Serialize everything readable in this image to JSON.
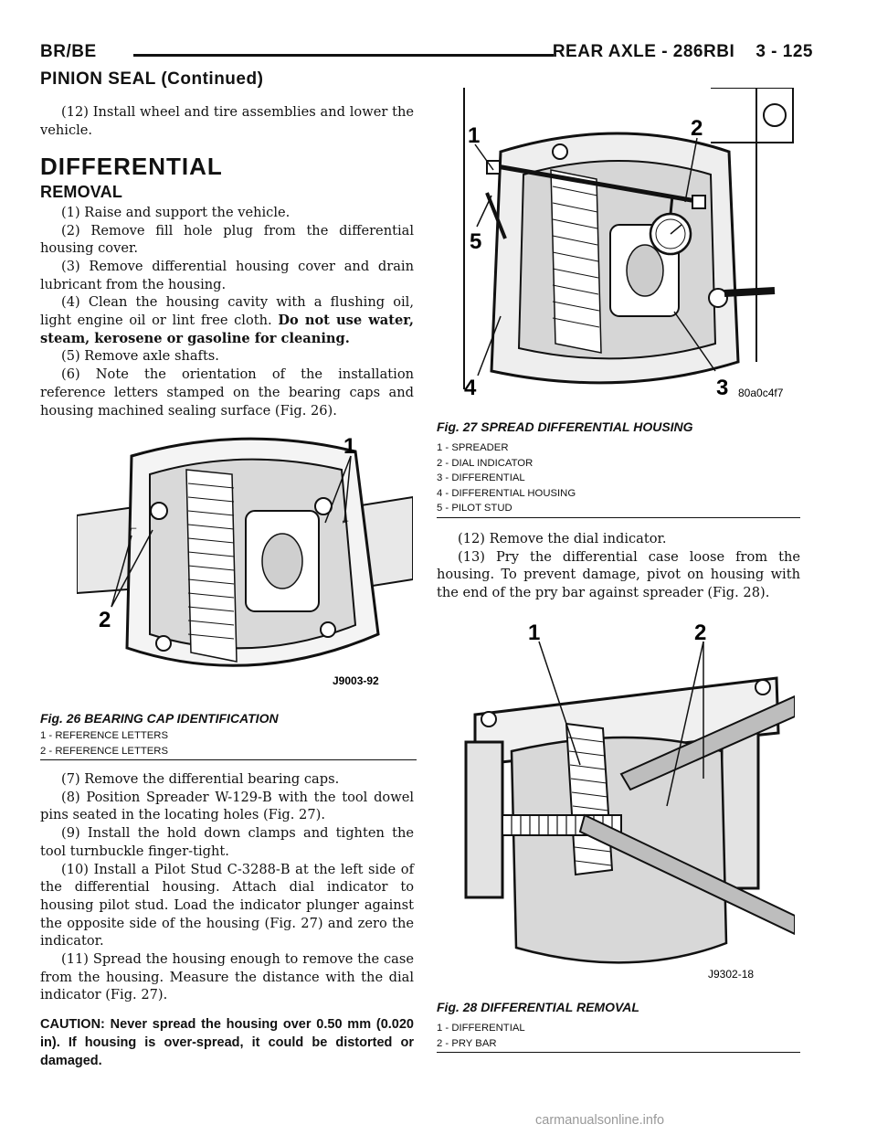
{
  "header": {
    "left": "BR/BE",
    "right": "REAR AXLE - 286RBI    3 - 125",
    "continued": "PINION SEAL (Continued)"
  },
  "left_column": {
    "intro": "(12) Install wheel and tire assemblies and lower the vehicle.",
    "section_title": "DIFFERENTIAL",
    "subsection_title": "REMOVAL",
    "steps_a": [
      "(1) Raise and support the vehicle.",
      "(2) Remove fill hole plug from the differential housing cover.",
      "(3) Remove differential housing cover and drain lubricant from the housing."
    ],
    "step4_text": "(4) Clean the housing cavity with a flushing oil, light engine oil or lint free cloth. ",
    "step4_bold": "Do not use water, steam, kerosene or gasoline for cleaning.",
    "steps_b": [
      "(5) Remove axle shafts.",
      "(6) Note the orientation of the installation reference letters stamped on the bearing caps and housing machined sealing surface (Fig. 26)."
    ],
    "steps_c": [
      "(7) Remove the differential bearing caps.",
      "(8) Position Spreader W-129-B with the tool dowel pins seated in the locating holes (Fig. 27).",
      "(9) Install the hold down clamps and tighten the tool turnbuckle finger-tight.",
      "(10) Install a Pilot Stud C-3288-B at the left side of the differential housing. Attach dial indicator to housing pilot stud. Load the indicator plunger against the opposite side of the housing (Fig. 27) and zero the indicator.",
      "(11) Spread the housing enough to remove the case from the housing. Measure the distance with the dial indicator (Fig. 27)."
    ],
    "caution": "CAUTION: Never spread the housing over 0.50 mm (0.020 in). If housing is over-spread, it could be distorted or damaged."
  },
  "right_column": {
    "steps": [
      "(12) Remove the dial indicator.",
      "(13) Pry the differential case loose from the housing. To prevent damage, pivot on housing with the end of the pry bar against spreader (Fig. 28)."
    ]
  },
  "figures": {
    "fig26": {
      "title": "Fig. 26 BEARING CAP IDENTIFICATION",
      "code": "J9003-92",
      "callouts": [
        "1",
        "2"
      ],
      "legend": [
        "1 - REFERENCE LETTERS",
        "2 - REFERENCE LETTERS"
      ]
    },
    "fig27": {
      "title": "Fig. 27 SPREAD DIFFERENTIAL HOUSING",
      "code": "80a0c4f7",
      "callouts": [
        "1",
        "2",
        "3",
        "4",
        "5"
      ],
      "legend": [
        "1 - SPREADER",
        "2 - DIAL INDICATOR",
        "3 - DIFFERENTIAL",
        "4 - DIFFERENTIAL HOUSING",
        "5 - PILOT STUD"
      ]
    },
    "fig28": {
      "title": "Fig. 28 DIFFERENTIAL REMOVAL",
      "code": "J9302-18",
      "callouts": [
        "1",
        "2"
      ],
      "legend": [
        "1 - DIFFERENTIAL",
        "2 - PRY BAR"
      ]
    }
  },
  "watermark": "carmanualsonline.info"
}
